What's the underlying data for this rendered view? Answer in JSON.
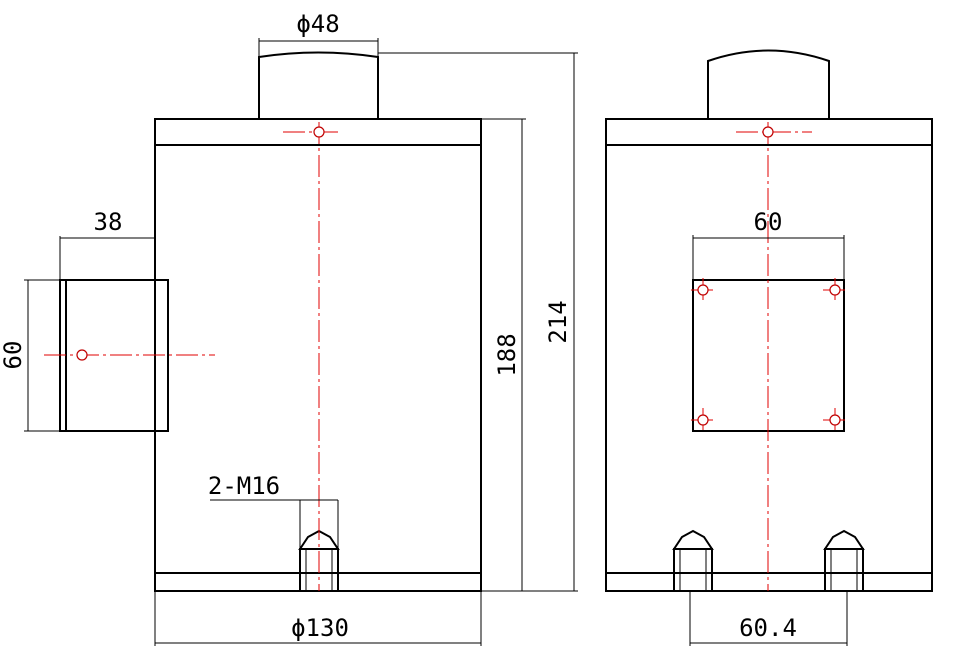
{
  "dimensions": {
    "top_diameter": "ϕ48",
    "side_port_depth": "38",
    "side_port_height": "60",
    "thread_callout": "2-M16",
    "body_height": "188",
    "total_height": "214",
    "base_diameter": "ϕ130",
    "plate_width": "60",
    "bolt_spacing": "60.4"
  },
  "colors": {
    "outline": "#000000",
    "centerline": "#e00000"
  }
}
